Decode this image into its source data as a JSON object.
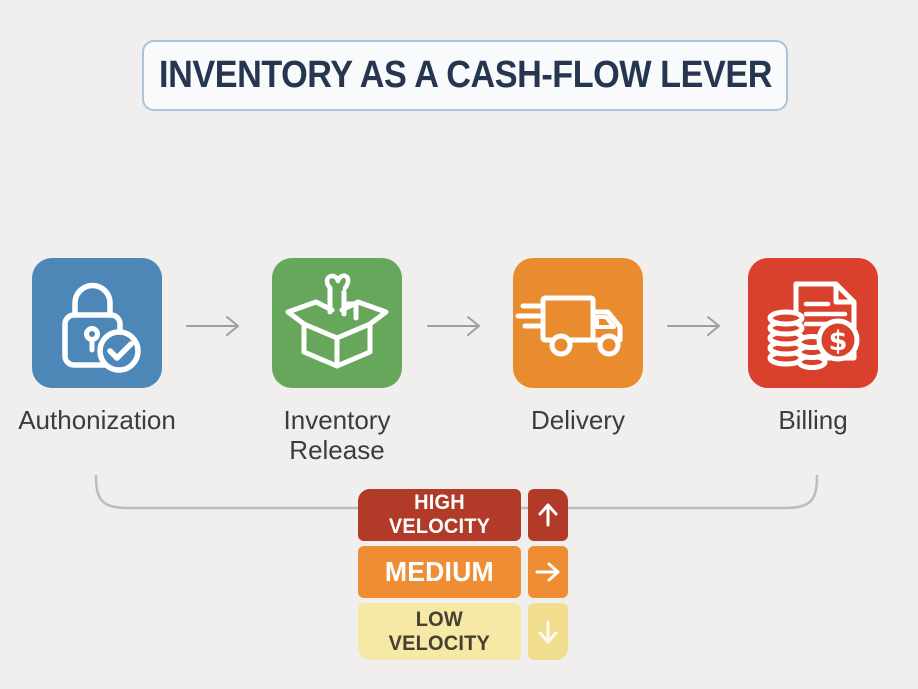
{
  "title": {
    "text": "INVENTORY AS A CASH-FLOW LEVER"
  },
  "steps": [
    {
      "label": "Authonization",
      "color": "#4d87b8",
      "icon": "lock-check-icon"
    },
    {
      "label": "Inventory\nRelease",
      "color": "#67a75c",
      "icon": "open-box-icon"
    },
    {
      "label": "Delivery",
      "color": "#e98c2f",
      "icon": "delivery-truck-icon"
    },
    {
      "label": "Billing",
      "color": "#d9412d",
      "icon": "invoice-coins-icon"
    }
  ],
  "legend": {
    "rows": [
      {
        "label": "HIGH VELOCITY",
        "direction": "up",
        "bg": "#b23a28",
        "arrow_bg": "#b23a28",
        "text_color": "#ffffff",
        "arrow_color": "#ffffff"
      },
      {
        "label": "MEDIUM",
        "direction": "right",
        "bg": "#ee8d33",
        "arrow_bg": "#ee8d33",
        "text_color": "#ffffff",
        "arrow_color": "#ffffff"
      },
      {
        "label": "LOW\nVELOCITY",
        "direction": "down",
        "bg": "#f6e9a5",
        "arrow_bg": "#f1dd8e",
        "text_color": "#45402f",
        "arrow_color": "#fdfaf0"
      }
    ]
  },
  "colors": {
    "background": "#f0efed",
    "title_text": "#273650",
    "title_border": "#a9c3de",
    "title_bg": "#f8fafc",
    "connector_arrow": "#9e9e9e",
    "bracket": "#bdbdbd",
    "step_label_text": "#3c3c3c",
    "icon_stroke": "#ffffff"
  }
}
